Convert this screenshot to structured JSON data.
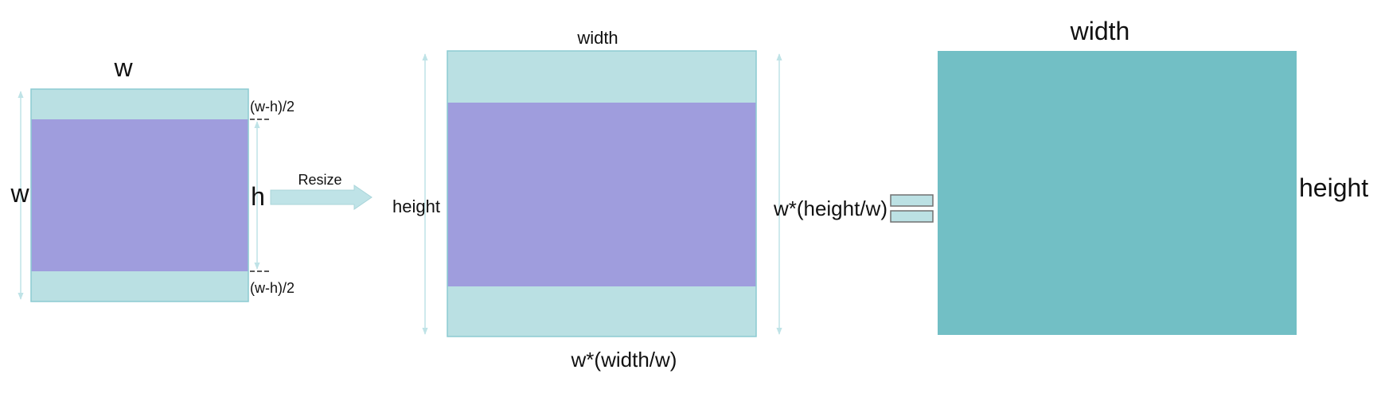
{
  "colors": {
    "pad": "#BAE0E3",
    "content": "#9F9DDD",
    "target": "#72BFC5",
    "stroke": "#8CCBD2",
    "arrow": "#BFE3E7",
    "equals_fill": "#BCE1E4",
    "equals_stroke": "#707070",
    "dash": "#222222"
  },
  "source": {
    "top_label": "w",
    "left_label": "w",
    "content_label": "h",
    "top_pad_label": "(w-h)/2",
    "bottom_pad_label": "(w-h)/2"
  },
  "resize": {
    "label": "Resize"
  },
  "resized": {
    "top_label": "width",
    "left_label": "height",
    "right_label": "w*(height/w)",
    "bottom_label": "w*(width/w)"
  },
  "target": {
    "top_label": "width",
    "right_label": "height"
  }
}
